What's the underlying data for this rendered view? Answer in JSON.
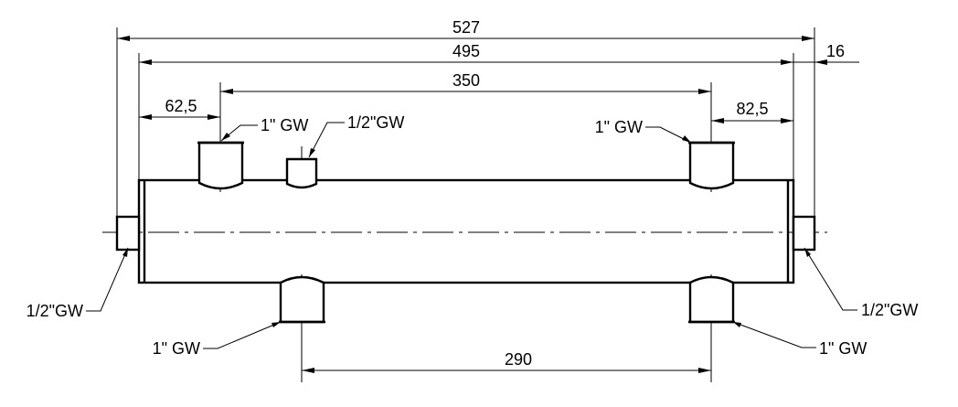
{
  "dimensions": {
    "overall_length": "527",
    "body_length": "495",
    "end_stub": "16",
    "upper_port_spacing": "350",
    "left_offset": "62,5",
    "right_offset": "82,5",
    "lower_port_spacing": "290"
  },
  "labels": {
    "top_left_port": "1\" GW",
    "top_small_port": "1/2\"GW",
    "top_right_port": "1\" GW",
    "left_end_port": "1/2\"GW",
    "right_end_port": "1/2\"GW",
    "bottom_left_port": "1\" GW",
    "bottom_right_port": "1\" GW"
  }
}
